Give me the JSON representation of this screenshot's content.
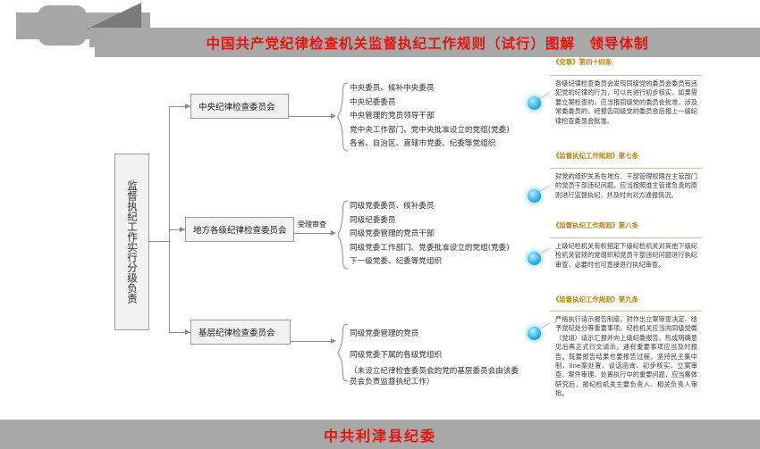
{
  "header": {
    "title": "中国共产党纪律检查机关监督执纪工作规则（试行）图解　领导体制",
    "title_color": "#e8130b",
    "ribbon_color": "#a8a8a8"
  },
  "footer": {
    "text": "中共利津县纪委",
    "text_color": "#e8130b"
  },
  "root": {
    "label": "监督执纪工作实行分级负责"
  },
  "mid_label": "受理审查",
  "branches": [
    {
      "box_label": "中央纪律检查委员会",
      "items": [
        "中央委员、候补中央委员",
        "中央纪委委员",
        "中央管理的党员领导干部",
        "党中央工作部门、党中央批准设立的党组(党委)",
        "各省、自治区、直辖市党委、纪委等党组织"
      ]
    },
    {
      "box_label": "地方各级纪律检查委员会",
      "items": [
        "同级党委委员、候补委员",
        "同级纪委委员",
        "同级党委管理的党员干部",
        "同级党委工作部门、党委批准设立的党组(党委)",
        "下一级党委、纪委等党组织"
      ]
    },
    {
      "box_label": "基层纪律检查委员会",
      "items": [
        "同级党委管理的党员",
        "同级党委下属的各级党组织",
        "（未设立纪律检查委员会的党的基层委员会由该委员会负责监督执纪工作）"
      ]
    }
  ],
  "notes": [
    {
      "title": "《党章》第四十四条",
      "body": "各级纪律检查委员会发现同级党的委员会委员有违犯党的纪律的行为，可以先进行初步核实，如果需要立案检查的，应当报同级党的委员会批准，涉及常委委员的，经报告同级党的委员会后报上一级纪律检查委员会批准。"
    },
    {
      "title": "《监督执纪工作规则》第七条",
      "body": "对党的组织关系在地方、干部管理权限在主管部门的党员干部违纪问题，应当按照谁主管谁负责的原则进行监督执纪，并及时向对方通报情况。"
    },
    {
      "title": "《监督执纪工作规则》第八条",
      "body": "上级纪检机关有权指定下级纪检机关对其他下级纪检机关管辖的党组织和党员干部违纪问题进行执纪审查，必要时也可直接进行执纪审查。"
    },
    {
      "title": "《监督执纪工作规则》第九条",
      "body": "严格执行请示报告制度。对作出立案审查决定、给予党纪处分等重要事项，纪检机关应当向同级党委（党组）请示汇报并向上级纪委报告。形成明确意见后再正式行文请示。遇有重要事项应当及时报告。既要报告结果也要报告过程。坚持民主集中制，line案处置、谈话函询、初步核实、立案审查、案件审理、处置执行中的重要问题，应当集体研究后，报纪检机关主要负责人、相关负责人审批。"
    }
  ]
}
